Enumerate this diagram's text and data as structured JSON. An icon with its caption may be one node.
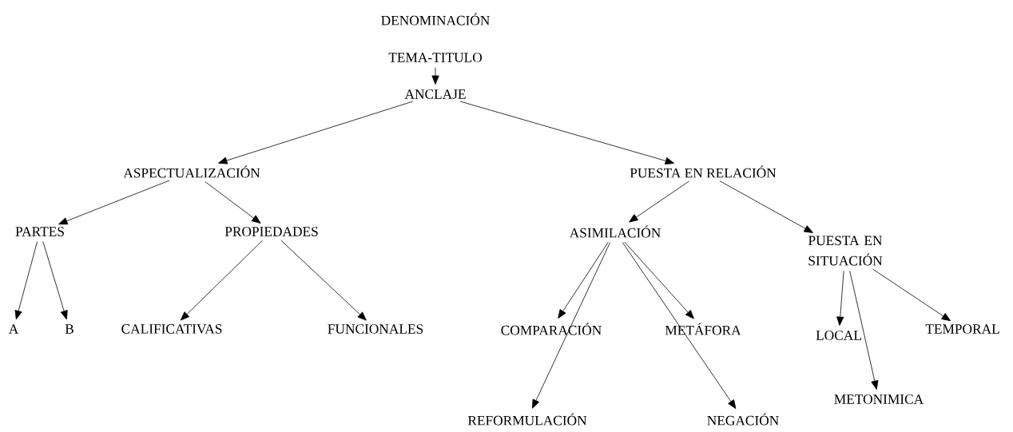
{
  "diagram": {
    "nodes": [
      {
        "text": [
          "TEMA-TITULO"
        ]
      },
      {
        "text": [
          "ANCLAJE"
        ]
      },
      {
        "text": [
          "ASPECTUALIZACIÓN"
        ]
      },
      {
        "text": [
          "PUESTA EN RELACIÓN"
        ]
      },
      {
        "text": [
          "PARTES"
        ]
      },
      {
        "text": [
          "PROPIEDADES"
        ]
      },
      {
        "text": [
          "ASIMILACIÓN"
        ]
      },
      {
        "text": [
          "PUESTA EN SITUACIÓN"
        ]
      },
      {
        "text": [
          "A"
        ]
      },
      {
        "text": [
          "B"
        ]
      },
      {
        "text": [
          "CALIFICATIVAS"
        ]
      },
      {
        "text": [
          "FUNCIONALES"
        ]
      },
      {
        "text": [
          "COMPARACIÓN"
        ]
      },
      {
        "text": [
          "METÁFORA"
        ]
      },
      {
        "text": [
          "LOCAL"
        ]
      },
      {
        "text": [
          "TEMPORAL"
        ]
      },
      {
        "text": [
          "REFORMULACIÓN"
        ]
      },
      {
        "text": [
          "NEGACIÓN"
        ]
      },
      {
        "text": [
          "METONIMICA"
        ]
      }
    ],
    "edges": [
      {
        "from": 0,
        "to": 1,
        "arrow": "to"
      },
      {
        "from": 1,
        "to": 2,
        "arrow": "to"
      },
      {
        "from": 1,
        "to": 3,
        "arrow": "to"
      },
      {
        "from": 2,
        "to": 4,
        "arrow": "to"
      },
      {
        "from": 2,
        "to": 5,
        "arrow": "to"
      },
      {
        "from": 3,
        "to": 6,
        "arrow": "to"
      },
      {
        "from": 3,
        "to": 7,
        "arrow": "to"
      },
      {
        "from": 4,
        "to": 8,
        "arrow": "to"
      },
      {
        "from": 4,
        "to": 9,
        "arrow": "to"
      },
      {
        "from": 5,
        "to": 10,
        "arrow": "to"
      },
      {
        "from": 5,
        "to": 11,
        "arrow": "to"
      },
      {
        "from": 6,
        "to": 12,
        "arrow": "to"
      },
      {
        "from": 6,
        "to": 16,
        "arrow": "to"
      },
      {
        "from": 6,
        "to": 17,
        "arrow": "to"
      },
      {
        "from": 6,
        "to": 13,
        "arrow": "to"
      },
      {
        "from": 7,
        "to": 14,
        "arrow": "to"
      },
      {
        "from": 7,
        "to": 18,
        "arrow": "to"
      },
      {
        "from": 7,
        "to": 15,
        "arrow": "to"
      }
    ],
    "labels": [
      "DENOMINACIÓN"
    ]
  }
}
